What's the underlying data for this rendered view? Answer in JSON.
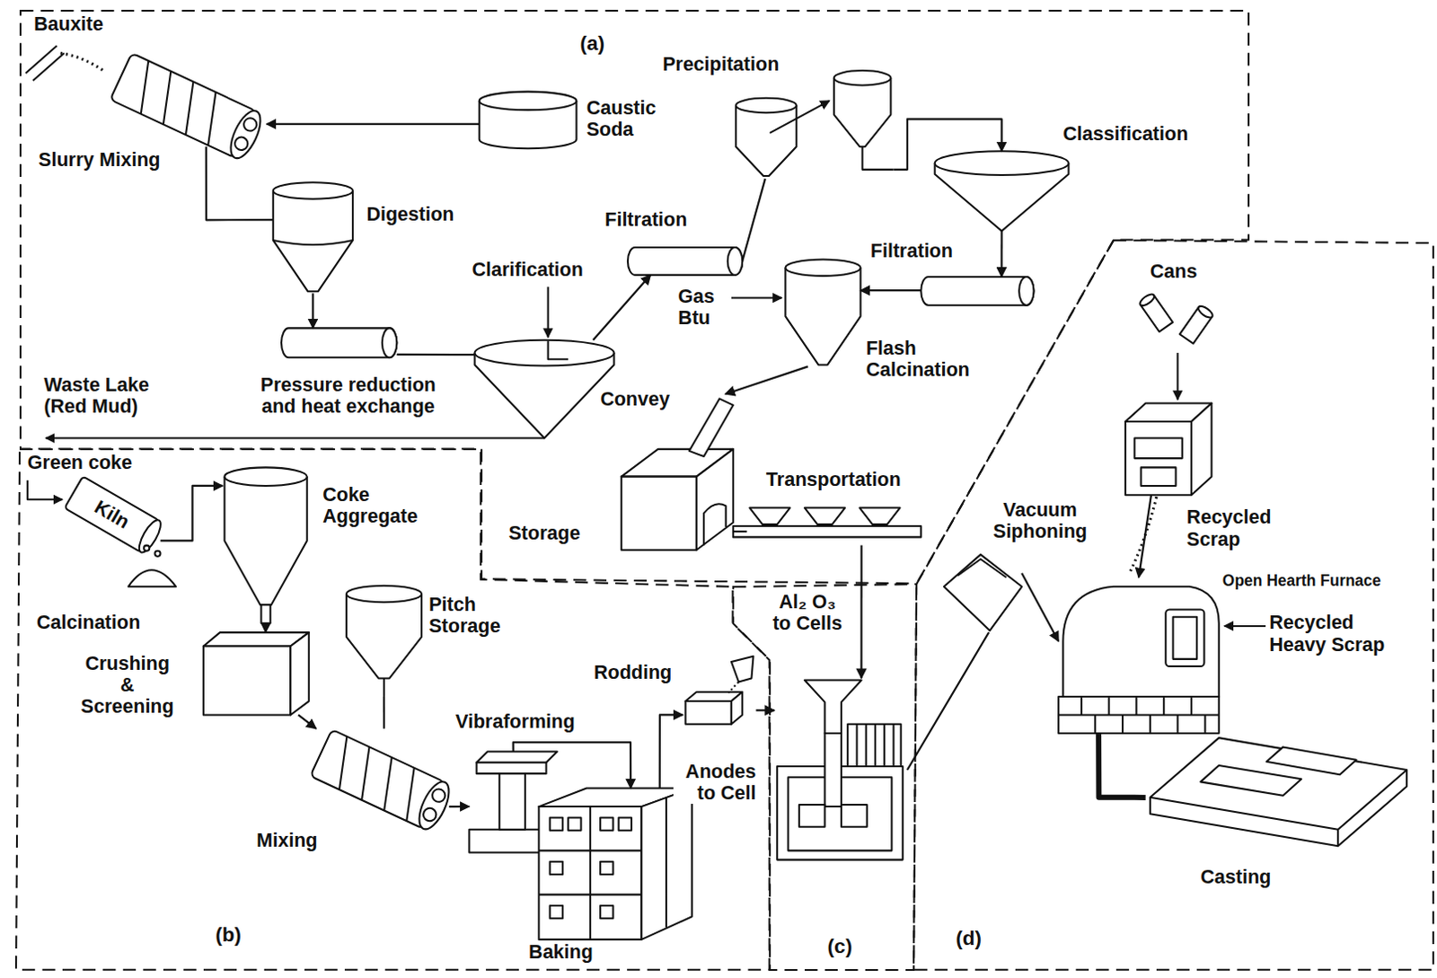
{
  "diagram": {
    "nodes": [
      {
        "text": [
          "(a)"
        ]
      },
      {
        "text": [
          "(b)"
        ]
      },
      {
        "text": [
          "(c)"
        ]
      },
      {
        "text": [
          "(d)"
        ]
      },
      {
        "text": [
          "Slurry Mixing"
        ],
        "in": 0
      },
      {
        "text": [
          "Caustic Soda"
        ],
        "in": 0
      },
      {
        "text": [
          "Digestion"
        ],
        "in": 0
      },
      {
        "text": [
          "Pressure reduction and heat exchange"
        ],
        "in": 0
      },
      {
        "text": [
          "Clarification"
        ],
        "in": 0
      },
      {
        "text": [
          "Filtration"
        ],
        "in": 0
      },
      {
        "text": [
          "Precipitation"
        ],
        "in": 0
      },
      {
        "text": [
          "Classification"
        ],
        "in": 0
      },
      {
        "text": [
          "Filtration"
        ],
        "in": 0
      },
      {
        "text": [
          "Flash Calcination"
        ],
        "in": 0
      },
      {
        "text": [
          "Storage"
        ],
        "in": 0
      },
      {
        "text": [
          "Transportation"
        ],
        "in": 0
      },
      {
        "text": [
          "Kiln"
        ],
        "in": 1
      },
      {
        "text": [
          "Coke Aggregate"
        ],
        "in": 1
      },
      {
        "text": [
          "Crushing & Screening"
        ],
        "in": 1
      },
      {
        "text": [
          "Pitch Storage"
        ],
        "in": 1
      },
      {
        "text": [
          "Mixing"
        ],
        "in": 1
      },
      {
        "text": [
          "Vibraforming"
        ],
        "in": 1
      },
      {
        "text": [
          "Baking"
        ],
        "in": 1
      },
      {
        "text": [
          "Rodding"
        ],
        "in": 1
      },
      {
        "text": [
          "Al₂ O₃ to Cells"
        ],
        "in": 2
      },
      {
        "text": [
          "Cans"
        ],
        "in": 3
      },
      {
        "text": [
          "Vacuum Siphoning"
        ],
        "in": 3
      },
      {
        "text": [
          "Open Hearth Furnace"
        ],
        "in": 3
      },
      {
        "text": [
          "Casting"
        ],
        "in": 3
      }
    ],
    "edges": [
      {
        "from": 5,
        "to": 4,
        "arrow": "to"
      },
      {
        "from": 4,
        "to": 6,
        "arrow": "none"
      },
      {
        "from": 6,
        "to": 7,
        "arrow": "to"
      },
      {
        "from": 7,
        "to": 8,
        "arrow": "none"
      },
      {
        "from": 8,
        "to": 9,
        "arrow": "to"
      },
      {
        "from": 9,
        "to": 10,
        "arrow": "none"
      },
      {
        "from": 10,
        "to": 11,
        "arrow": "to"
      },
      {
        "from": 11,
        "to": 12,
        "arrow": "to"
      },
      {
        "from": 12,
        "to": 13,
        "arrow": "to"
      },
      {
        "from": 13,
        "to": 14,
        "label": "Convey",
        "arrow": "to"
      },
      {
        "from": 14,
        "to": 15,
        "arrow": "none"
      },
      {
        "from": 15,
        "to": 24,
        "arrow": "to"
      },
      {
        "from": 16,
        "to": 17,
        "arrow": "to"
      },
      {
        "from": 17,
        "to": 18,
        "arrow": "to"
      },
      {
        "from": 18,
        "to": 20,
        "arrow": "to"
      },
      {
        "from": 19,
        "to": 20,
        "arrow": "none"
      },
      {
        "from": 20,
        "to": 21,
        "arrow": "to"
      },
      {
        "from": 21,
        "to": 22,
        "arrow": "to"
      },
      {
        "from": 22,
        "to": 23,
        "arrow": "to"
      },
      {
        "from": 23,
        "to": 24,
        "label": "Anodes to Cell",
        "arrow": "to"
      },
      {
        "from": 24,
        "to": 26,
        "arrow": "none"
      },
      {
        "from": 26,
        "to": 27,
        "arrow": "to"
      },
      {
        "from": 25,
        "to": 27,
        "label": "Recycled Scrap",
        "arrow": "to"
      },
      {
        "from": 27,
        "to": 28,
        "arrow": "none"
      }
    ],
    "labels": [
      "Bauxite",
      "Waste Lake (Red Mud)",
      "Gas Btu",
      "Green coke",
      "Calcination",
      "Recycled Heavy Scrap"
    ]
  }
}
